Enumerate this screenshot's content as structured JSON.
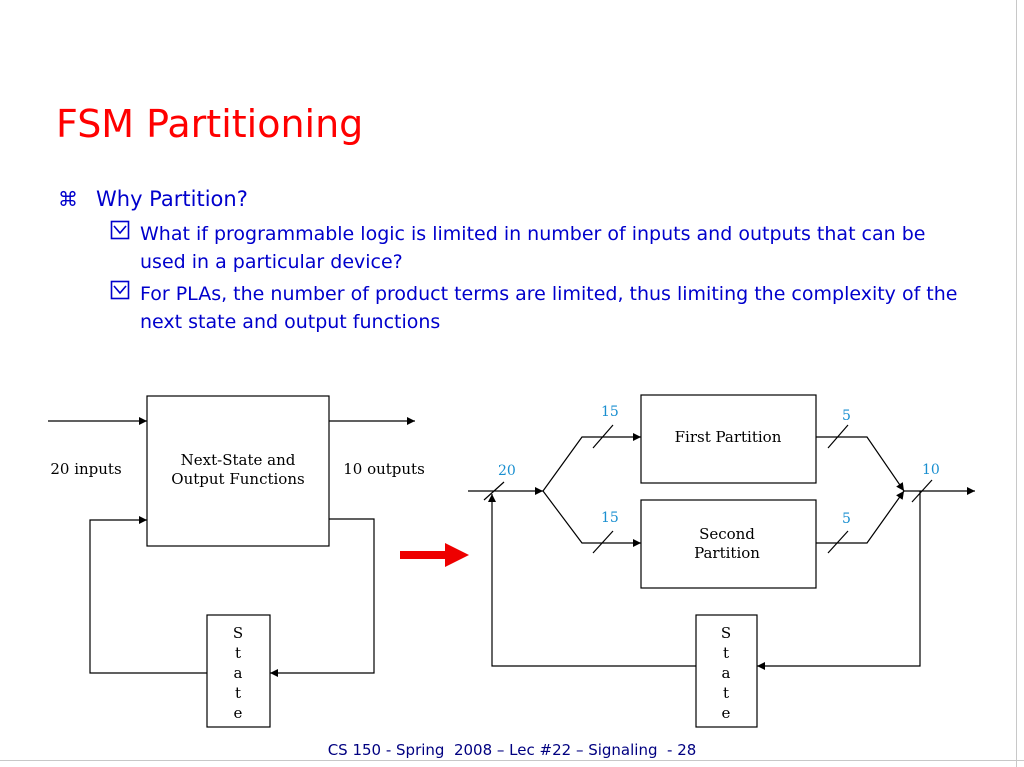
{
  "title": "FSM Partitioning",
  "bullets": {
    "main": "Why Partition?",
    "sub": [
      "What if programmable logic is limited in number of inputs and outputs that can be used in a particular device?",
      "For PLAs, the number of product terms are limited, thus limiting the complexity of the next state and output functions"
    ]
  },
  "left_diagram": {
    "inputs_label": "20 inputs",
    "outputs_label": "10 outputs",
    "box_line1": "Next-State and",
    "box_line2": "Output Functions",
    "state_letters": [
      "S",
      "t",
      "a",
      "t",
      "e"
    ]
  },
  "right_diagram": {
    "input_width": "20",
    "output_width": "10",
    "top_in_width": "15",
    "top_out_width": "5",
    "bottom_in_width": "15",
    "bottom_out_width": "5",
    "first_box": "First Partition",
    "second_box_line1": "Second",
    "second_box_line2": "Partition",
    "state_letters": [
      "S",
      "t",
      "a",
      "t",
      "e"
    ]
  },
  "colors": {
    "title": "#ff0000",
    "bullet_text": "#0000cc",
    "bus_width_labels": "#1a8fd0",
    "transform_arrow": "#ee0000",
    "footer": "#000080"
  },
  "footer": "CS 150 - Spring  2008 – Lec #22 – Signaling  - 28"
}
